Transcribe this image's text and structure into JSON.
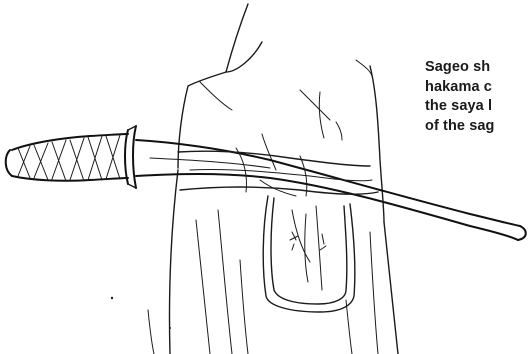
{
  "caption": {
    "lines": [
      "Sageo sh",
      "hakama c",
      "the saya l",
      "of the sag"
    ]
  },
  "illustration": {
    "subject": "katana worn at hip with sageo cord tied around hakama"
  }
}
